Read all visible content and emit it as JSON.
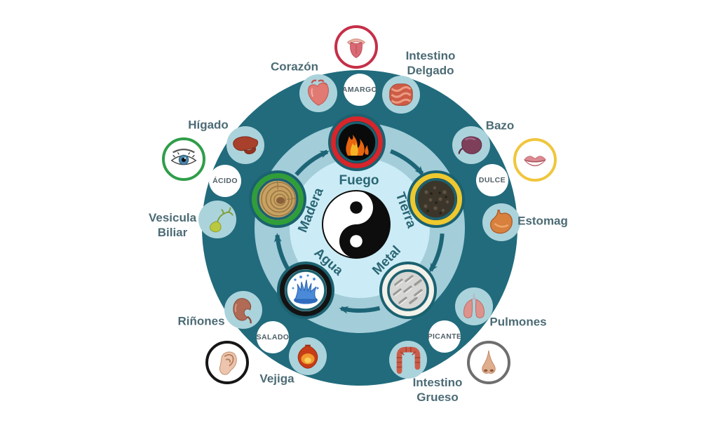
{
  "palette": {
    "background": "#ffffff",
    "ring_dark": "#216b7c",
    "band_mid": "#a2cdd9",
    "disc_inner": "#cbecf6",
    "organ_circle_bg": "#abd3dc",
    "arrow": "#1d6576",
    "outer_label": "#4c6b75",
    "element_label": "#2b6674",
    "taste_label": "#4e5f66"
  },
  "center": {
    "symbol": "yin-yang"
  },
  "elements": [
    {
      "label": "Fuego",
      "ring_color": "#d6252b"
    },
    {
      "label": "Tierra",
      "ring_color": "#eec82f"
    },
    {
      "label": "Metal",
      "ring_color": "#f2f1ea"
    },
    {
      "label": "Agua",
      "ring_color": "#131313"
    },
    {
      "label": "Madera",
      "ring_color": "#2f9e38"
    }
  ],
  "tastes": [
    {
      "label": "AMARGO"
    },
    {
      "label": "DULCE"
    },
    {
      "label": "PICANTE"
    },
    {
      "label": "SALADO"
    },
    {
      "label": "ÁCIDO"
    }
  ],
  "organs": [
    {
      "label": "Corazón"
    },
    {
      "label": "Intestino\nDelgado"
    },
    {
      "label": "Bazo"
    },
    {
      "label": "Estomag"
    },
    {
      "label": "Pulmones"
    },
    {
      "label": "Intestino\nGrueso"
    },
    {
      "label": "Vejiga"
    },
    {
      "label": "Riñones"
    },
    {
      "label": "Vesicula\nBiliar"
    },
    {
      "label": "Hígado"
    }
  ],
  "senses": [
    {
      "name": "tongue",
      "ring_color": "#c52f48"
    },
    {
      "name": "lips",
      "ring_color": "#f0c63c"
    },
    {
      "name": "nose",
      "ring_color": "#6e6e6e"
    },
    {
      "name": "ear",
      "ring_color": "#161616"
    },
    {
      "name": "eye",
      "ring_color": "#2f9e4a"
    }
  ]
}
